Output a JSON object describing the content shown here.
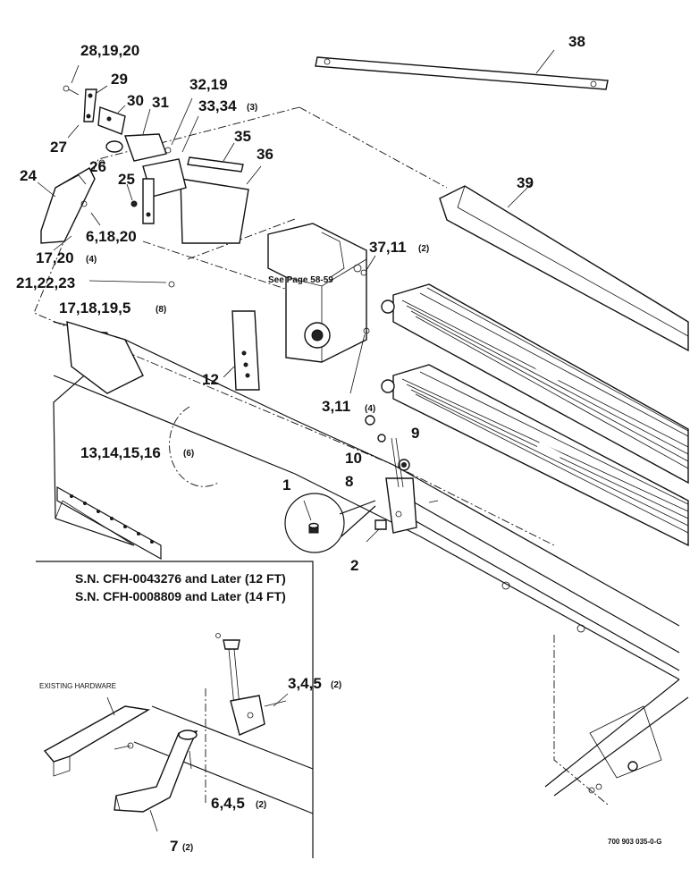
{
  "callouts": {
    "c38": "38",
    "c28": "28,19,20",
    "c29": "29",
    "c30": "30",
    "c31": "31",
    "c32": "32,19",
    "c33": "33,34",
    "c33q": "(3)",
    "c35": "35",
    "c36": "36",
    "c39": "39",
    "c27": "27",
    "c26": "26",
    "c24": "24",
    "c25": "25",
    "c6a": "6,18,20",
    "c37": "37,11",
    "c37q": "(2)",
    "c17a": "17,20",
    "c17aq": "(4)",
    "c21": "21,22,23",
    "c17b": "17,18,19,5",
    "c17bq": "(8)",
    "c12": "12",
    "c3": "3,11",
    "c3q": "(4)",
    "c13": "13,14,15,16",
    "c13q": "(6)",
    "c9": "9",
    "c10": "10",
    "c8": "8",
    "c1": "1",
    "c2": "2",
    "c345": "3,4,5",
    "c345q": "(2)",
    "c645": "6,4,5",
    "c645q": "(2)",
    "c7": "7",
    "c7q": "(2)"
  },
  "see_page": "See Page 58-59",
  "inset": {
    "sn_line1": "S.N. CFH-0043276 and Later (12 FT)",
    "sn_line2": "S.N. CFH-0008809 and Later (14 FT)",
    "existing_hardware": "EXISTING HARDWARE"
  },
  "figure_ref": "700 903 035-0-G"
}
